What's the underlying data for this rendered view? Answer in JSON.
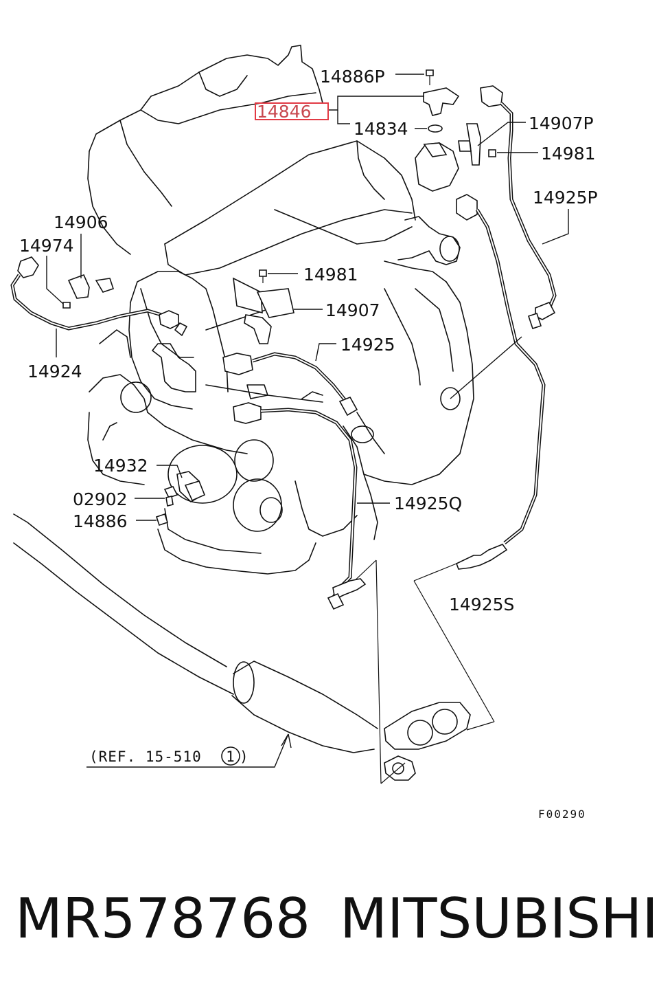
{
  "diagram": {
    "callouts": {
      "c14886P": "14886P",
      "c14846": "14846",
      "c14834": "14834",
      "c14907P": "14907P",
      "c14981_top": "14981",
      "c14925P": "14925P",
      "c14906": "14906",
      "c14974": "14974",
      "c14981_mid": "14981",
      "c14907": "14907",
      "c14925": "14925",
      "c14924": "14924",
      "c14932": "14932",
      "c02902": "02902",
      "c14886": "14886",
      "c14925Q": "14925Q",
      "c14925S": "14925S"
    },
    "highlighted_part": "14846",
    "highlight_color": "#e23a44",
    "reference": {
      "text": "(REF. 15-510",
      "circled_number": "1",
      "suffix": ")"
    },
    "figure_code": "F00290"
  },
  "caption": {
    "part_number": "MR578768",
    "brand": "MITSUBISHI"
  }
}
